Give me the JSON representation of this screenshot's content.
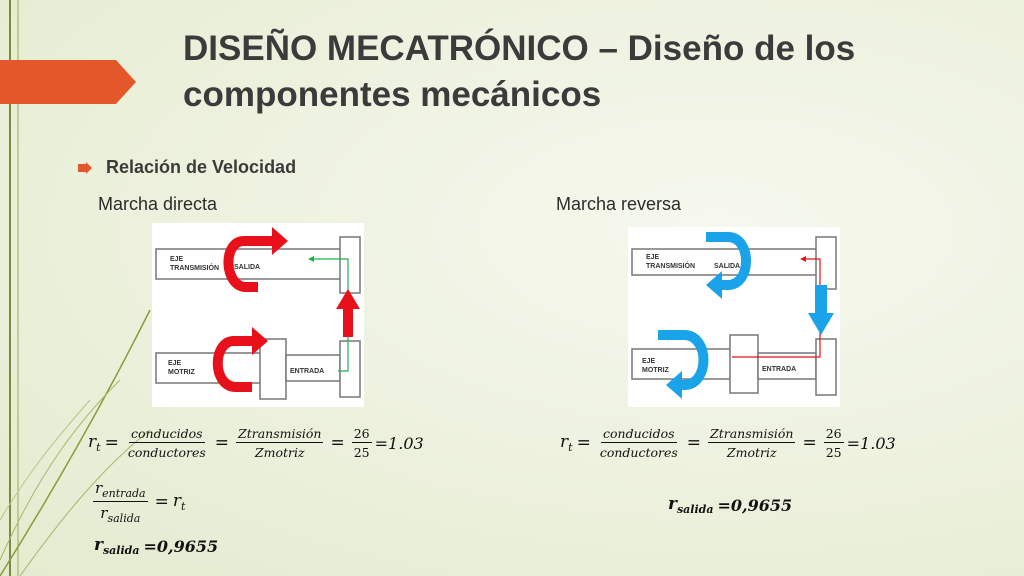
{
  "title": "DISEÑO MECATRÓNICO – Diseño de los componentes mecánicos",
  "bullet": "Relación de Velocidad",
  "left": {
    "heading": "Marcha directa",
    "diagram": {
      "shaft_top": "EJE TRANSMISIÓN",
      "shaft_bottom": "EJE MOTRIZ",
      "out_label": "SALIDA",
      "in_label": "ENTRADA",
      "arrow_color": "#e8101a",
      "path_color": "#21b14a"
    },
    "eq1": {
      "lhs": "r",
      "lhs_sub": "t",
      "f1_num": "conducidos",
      "f1_den": "conductores",
      "f2_num": "Ztransmisión",
      "f2_den": "Zmotriz",
      "f3_num": "26",
      "f3_den": "25",
      "result": "=1.03"
    },
    "eq2": {
      "num": "r",
      "num_sub": "entrada",
      "den": "r",
      "den_sub": "salida",
      "rhs": "r",
      "rhs_sub": "t"
    },
    "eq3": {
      "lhs": "r",
      "lhs_sub": "salida",
      "value": "=0,9655"
    }
  },
  "right": {
    "heading": "Marcha reversa",
    "diagram": {
      "shaft_top": "EJE TRANSMISIÓN",
      "shaft_bottom": "EJE MOTRIZ",
      "out_label": "SALIDA",
      "in_label": "ENTRADA",
      "arrow_color": "#1aa3e8",
      "path_color": "#e8101a"
    },
    "eq1": {
      "lhs": "r",
      "lhs_sub": "t",
      "f1_num": "conducidos",
      "f1_den": "conductores",
      "f2_num": "Ztransmisión",
      "f2_den": "Zmotriz",
      "f3_num": "26",
      "f3_den": "25",
      "result": "=1.03"
    },
    "eq3": {
      "lhs": "r",
      "lhs_sub": "salida",
      "value": "=0,9655"
    }
  },
  "colors": {
    "accent": "#e2582b",
    "deco": "#8a9a3a"
  }
}
